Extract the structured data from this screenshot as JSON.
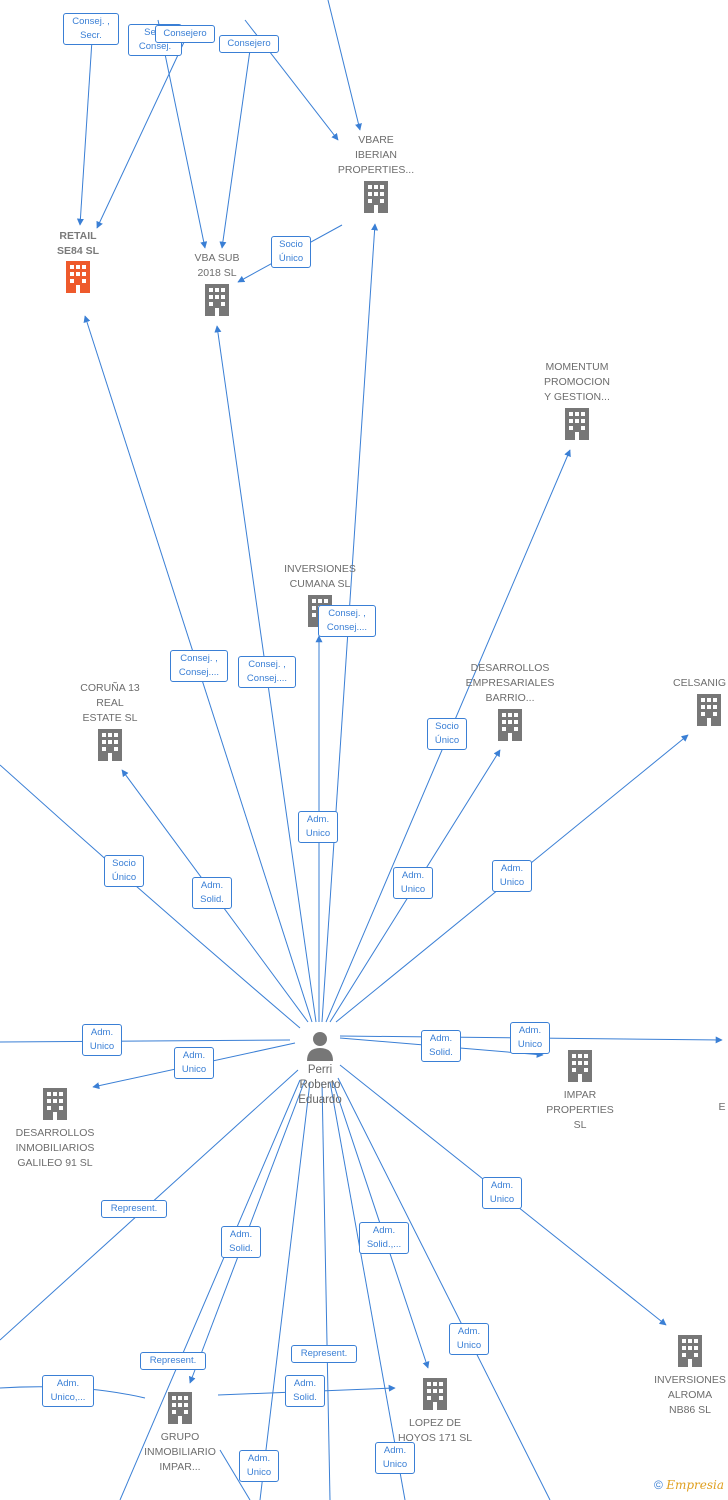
{
  "colors": {
    "edge": "#3a7fd5",
    "node_icon": "#777777",
    "highlight_icon": "#ee5a2c",
    "text": "#6d6d6d"
  },
  "center": {
    "name": "Perri\nRoberto\nEduardo",
    "icon": "person-icon"
  },
  "nodes": {
    "retail": {
      "label": "RETAIL\nSE84  SL",
      "icon": "building-icon",
      "highlight": true
    },
    "vba": {
      "label": "VBA SUB\n2018  SL",
      "icon": "building-icon"
    },
    "vbare": {
      "label": "VBARE\nIBERIAN\nPROPERTIES...",
      "icon": "building-icon"
    },
    "momentum": {
      "label": "MOMENTUM\nPROMOCION\nY GESTION...",
      "icon": "building-icon"
    },
    "cumana": {
      "label": "INVERSIONES\nCUMANA SL",
      "icon": "building-icon"
    },
    "coruna": {
      "label": "CORUÑA 13\nREAL\nESTATE  SL",
      "icon": "building-icon"
    },
    "barrio": {
      "label": "DESARROLLOS\nEMPRESARIALES\nBARRIO...",
      "icon": "building-icon"
    },
    "celsanig": {
      "label": "CELSANIG",
      "icon": "building-icon"
    },
    "galileo": {
      "label": "DESARROLLOS\nINMOBILIARIOS\nGALILEO 91  SL",
      "icon": "building-icon"
    },
    "impar_props": {
      "label": "IMPAR\nPROPERTIES\nSL",
      "icon": "building-icon"
    },
    "alroma": {
      "label": "INVERSIONES\nALROMA\nNB86  SL",
      "icon": "building-icon"
    },
    "grupo": {
      "label": "GRUPO\nINMOBILIARIO\nIMPAR...",
      "icon": "building-icon"
    },
    "lopez": {
      "label": "LOPEZ DE\nHOYOS 171  SL",
      "icon": "building-icon"
    },
    "edge_e": {
      "label": "E"
    }
  },
  "edge_labels": {
    "consej_secr": "Consej. ,\nSecr.",
    "secr_consej": "Secr.\nConsej.",
    "consejero_1": "Consejero",
    "consejero_2": "Consejero",
    "socio_unico_vba": "Socio\nÚnico",
    "consej_consej_cumana": "Consej. ,\nConsej....",
    "consej_consej_retail": "Consej. ,\nConsej....",
    "consej_consej_vba": "Consej. ,\nConsej....",
    "adm_unico_cumana": "Adm.\nUnico",
    "socio_unico_momentum": "Socio\nÚnico",
    "socio_unico_left": "Socio\nÚnico",
    "adm_solid_coruna": "Adm.\nSolid.",
    "adm_unico_barrio": "Adm.\nUnico",
    "adm_unico_celsanig": "Adm.\nUnico",
    "adm_unico_left": "Adm.\nUnico",
    "adm_unico_galileo": "Adm.\nUnico",
    "adm_solid_impar": "Adm.\nSolid.",
    "adm_unico_right": "Adm.\nUnico",
    "adm_unico_alroma": "Adm.\nUnico",
    "represent_left": "Represent.",
    "adm_solid_down": "Adm.\nSolid.",
    "adm_solid_lopez": "Adm.\nSolid.,...",
    "represent_grupo": "Represent.",
    "represent_lopez": "Represent.",
    "adm_unico_lopez2": "Adm.\nUnico",
    "adm_unico_grupo_left": "Adm.\nUnico,...",
    "adm_solid_grupo": "Adm.\nSolid.",
    "adm_unico_bottom1": "Adm.\nUnico",
    "adm_unico_bottom2": "Adm.\nUnico"
  },
  "footer": {
    "copyright": "©",
    "brand": "Empresia"
  }
}
